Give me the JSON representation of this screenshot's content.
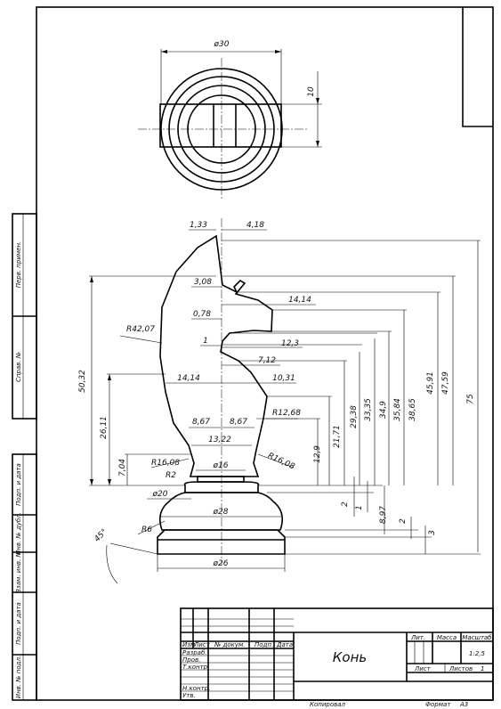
{
  "top_view": {
    "dims": [
      "ø30",
      "10"
    ]
  },
  "front_view": {
    "dims_horizontal": [
      "1,33",
      "4,18",
      "3,08",
      "14,14",
      "0,78",
      "1",
      "12,3",
      "7,12",
      "14,14",
      "10,31",
      "8,67",
      "8,67",
      "13,22",
      "ø16",
      "ø20",
      "ø28",
      "ø26"
    ],
    "dims_radius": [
      "R42,07",
      "R12,68",
      "R16,08",
      "R2",
      "R16,08",
      "R6"
    ],
    "dims_vertical_left": [
      "50,32",
      "26,11",
      "7,04"
    ],
    "dims_vertical_right": [
      "12,9",
      "21,71",
      "29,38",
      "33,35",
      "34,9",
      "35,84",
      "38,65",
      "45,91",
      "47,59",
      "75",
      "2",
      "1",
      "8,97",
      "2",
      "3"
    ],
    "angle": "45°"
  },
  "side_strip": [
    "Перв. примен.",
    "Справ. №",
    "Подп. и дата",
    "Инв. № дубл.",
    "Взам. инв. №",
    "Подп. и дата",
    "Инв. № подл."
  ],
  "title_block": {
    "name": "Конь",
    "columns": [
      "Изм",
      "Лист",
      "№ докум.",
      "Подп.",
      "Дата"
    ],
    "roles": [
      "Разраб.",
      "Пров.",
      "Т.контр.",
      "Н.контр.",
      "Утв."
    ],
    "lit_label": "Лит.",
    "mass_label": "Масса",
    "scale_label": "Масштаб",
    "scale": "1:2,5",
    "sheet_label": "Лист",
    "sheets_label": "Листов",
    "sheets": "1",
    "copied": "Копировал",
    "format_label": "Формат",
    "format": "А3"
  }
}
